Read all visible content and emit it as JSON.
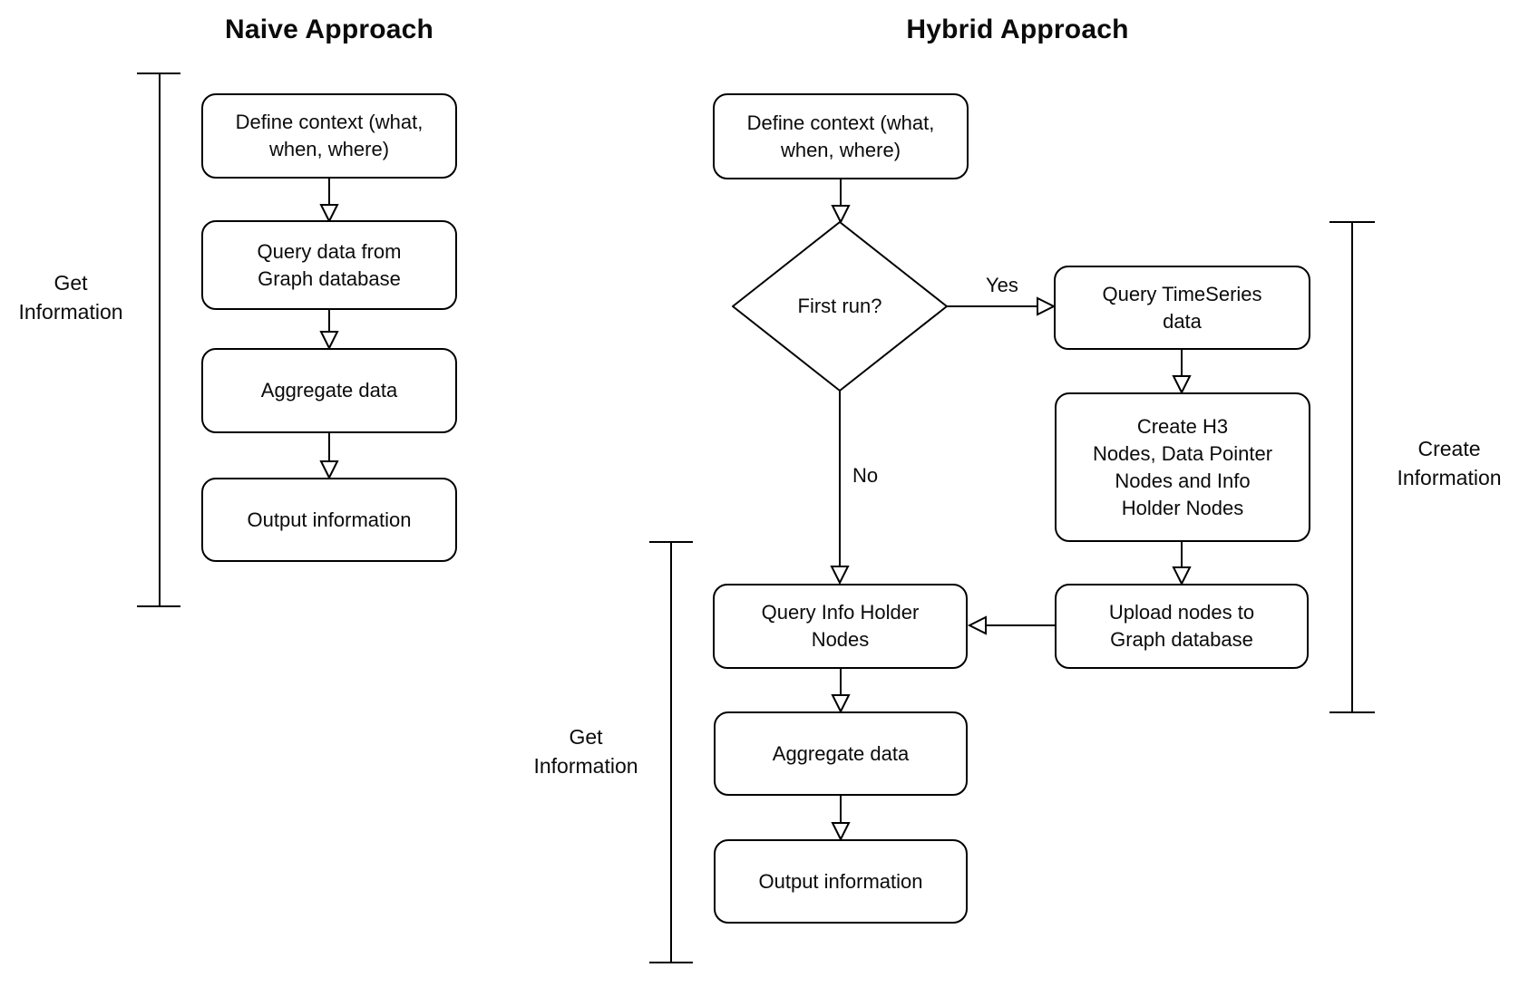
{
  "colors": {
    "line": "#000000",
    "text": "#0b0b0b",
    "background": "#ffffff"
  },
  "naive": {
    "title": "Naive Approach",
    "bracket_label": "Get\nInformation",
    "nodes": {
      "define_context": "Define context (what,\nwhen, where)",
      "query_graph": "Query data from\nGraph database",
      "aggregate": "Aggregate data",
      "output": "Output information"
    }
  },
  "hybrid": {
    "title": "Hybrid Approach",
    "nodes": {
      "define_context": "Define context (what,\nwhen, where)",
      "first_run": "First run?",
      "query_timeseries": "Query TimeSeries\ndata",
      "create_h3": "Create H3\nNodes, Data Pointer\nNodes and Info\nHolder Nodes",
      "upload_nodes": "Upload nodes to\nGraph database",
      "query_info_holder": "Query Info Holder\nNodes",
      "aggregate": "Aggregate data",
      "output": "Output information"
    },
    "edge_labels": {
      "yes": "Yes",
      "no": "No"
    },
    "bracket_labels": {
      "get": "Get\nInformation",
      "create": "Create\nInformation"
    }
  }
}
